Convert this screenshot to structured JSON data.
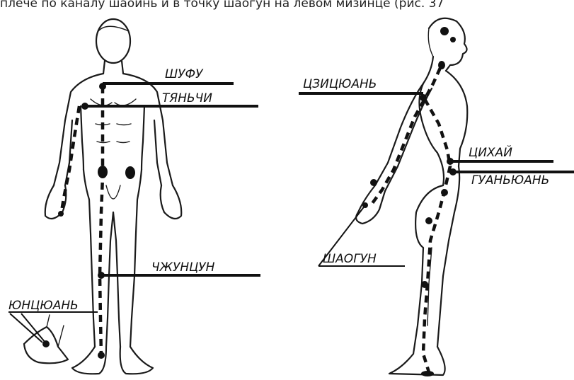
{
  "caption": "плече по каналу шаоинь и в точку шаогун на левом мизинце (рис. 37",
  "labels": {
    "shufu": "ШУФУ",
    "tyanchi": "ТЯНЬЧИ",
    "zhuntsun": "ЧЖУНЦУН",
    "yuntsyuan": "ЮНЦЮАНЬ",
    "tszitsyuan": "ЦЗИЦЮАНЬ",
    "tsikhay": "ЦИХАЙ",
    "guanyuan": "ГУАНЬЮАНЬ",
    "shaogun": "ШАОГУН"
  },
  "colors": {
    "ink": "#111111",
    "background": "#ffffff"
  }
}
